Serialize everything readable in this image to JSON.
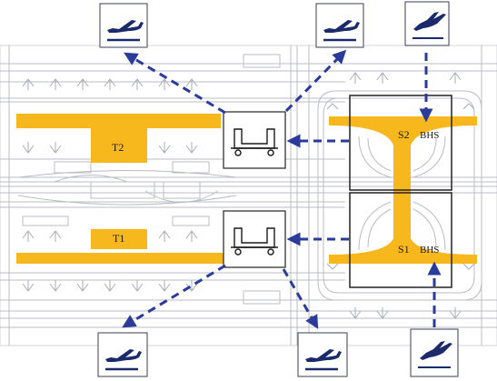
{
  "terminals": {
    "t1": "T1",
    "t2": "T2"
  },
  "satellites": {
    "s1": "S1",
    "s2": "S2"
  },
  "bhs": {
    "s1": "BHS",
    "s2": "BHS"
  },
  "icons": {
    "departure": "plane-takeoff-icon",
    "arrival": "plane-landing-icon",
    "baggage_cart": "baggage-cart-icon"
  },
  "colors": {
    "terminal_fill": "#f7b81e",
    "arrow": "#2b3b9a",
    "icon": "#1a2a6b",
    "plan_lines": "#b8bcc4"
  }
}
